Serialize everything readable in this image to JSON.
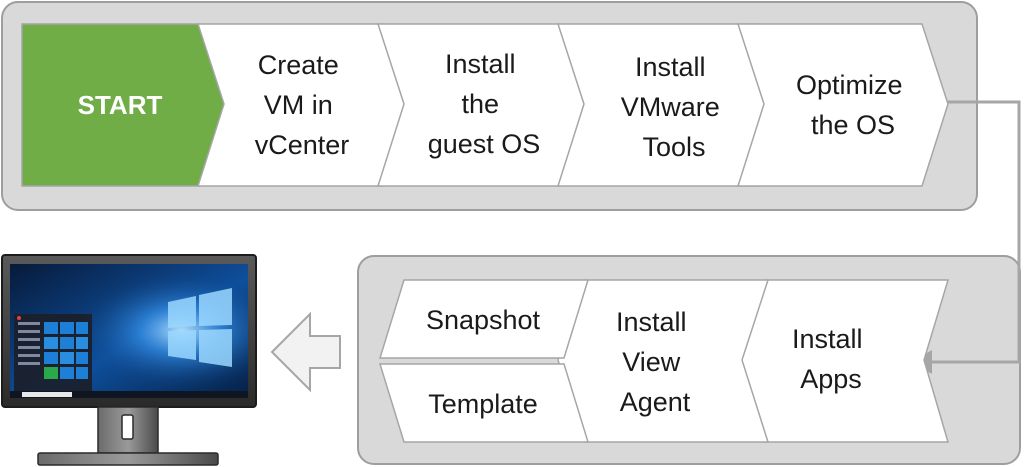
{
  "colors": {
    "panel_fill": "#d9d9d9",
    "panel_stroke": "#9e9e9e",
    "step_fill": "#ffffff",
    "step_stroke": "#a6a6a6",
    "start_fill": "#70ad47",
    "connector": "#a6a6a6"
  },
  "top_flow": {
    "start": {
      "label": "START"
    },
    "steps": [
      {
        "lines": [
          "Create",
          "VM in",
          "vCenter"
        ]
      },
      {
        "lines": [
          "Install",
          "the",
          "guest OS"
        ]
      },
      {
        "lines": [
          "Install",
          "VMware",
          "Tools"
        ]
      },
      {
        "lines": [
          "Optimize",
          "the OS"
        ]
      }
    ]
  },
  "bottom_flow": {
    "install_apps": {
      "lines": [
        "Install",
        "Apps"
      ]
    },
    "install_view_agent": {
      "lines": [
        "Install",
        "View",
        "Agent"
      ]
    },
    "snapshot": {
      "label": "Snapshot"
    },
    "template": {
      "label": "Template"
    }
  },
  "monitor": {
    "icon": "windows-desktop-monitor-icon"
  }
}
